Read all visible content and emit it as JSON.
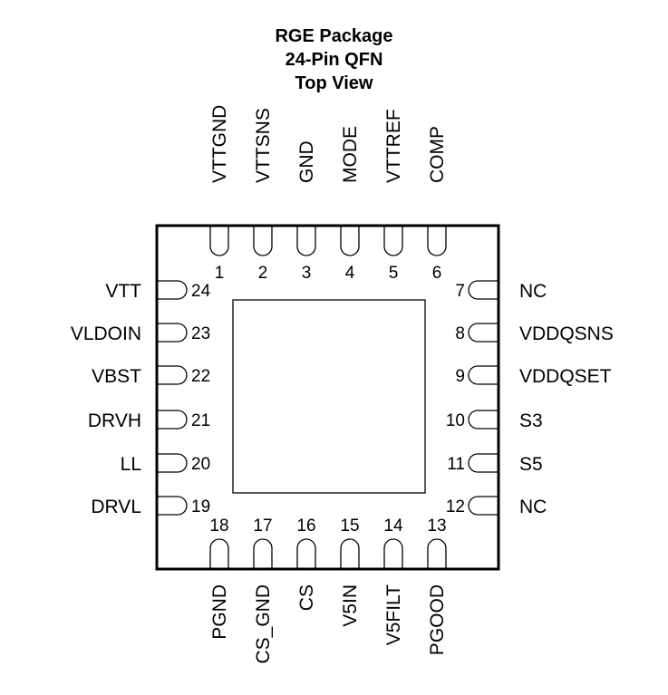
{
  "title": {
    "line1": "RGE Package",
    "line2": "24-Pin QFN",
    "line3": "Top View"
  },
  "colors": {
    "ink": "#000000",
    "background": "#ffffff"
  },
  "pins": {
    "top": [
      {
        "num": "1",
        "name": "VTTGND"
      },
      {
        "num": "2",
        "name": "VTTSNS"
      },
      {
        "num": "3",
        "name": "GND"
      },
      {
        "num": "4",
        "name": "MODE"
      },
      {
        "num": "5",
        "name": "VTTREF"
      },
      {
        "num": "6",
        "name": "COMP"
      }
    ],
    "right": [
      {
        "num": "7",
        "name": "NC"
      },
      {
        "num": "8",
        "name": "VDDQSNS"
      },
      {
        "num": "9",
        "name": "VDDQSET"
      },
      {
        "num": "10",
        "name": "S3"
      },
      {
        "num": "11",
        "name": "S5"
      },
      {
        "num": "12",
        "name": "NC"
      }
    ],
    "bottom": [
      {
        "num": "18",
        "name": "PGND"
      },
      {
        "num": "17",
        "name": "CS_GND"
      },
      {
        "num": "16",
        "name": "CS"
      },
      {
        "num": "15",
        "name": "V5IN"
      },
      {
        "num": "14",
        "name": "V5FILT"
      },
      {
        "num": "13",
        "name": "PGOOD"
      }
    ],
    "left": [
      {
        "num": "24",
        "name": "VTT"
      },
      {
        "num": "23",
        "name": "VLDOIN"
      },
      {
        "num": "22",
        "name": "VBST"
      },
      {
        "num": "21",
        "name": "DRVH"
      },
      {
        "num": "20",
        "name": "LL"
      },
      {
        "num": "19",
        "name": "DRVL"
      }
    ]
  }
}
